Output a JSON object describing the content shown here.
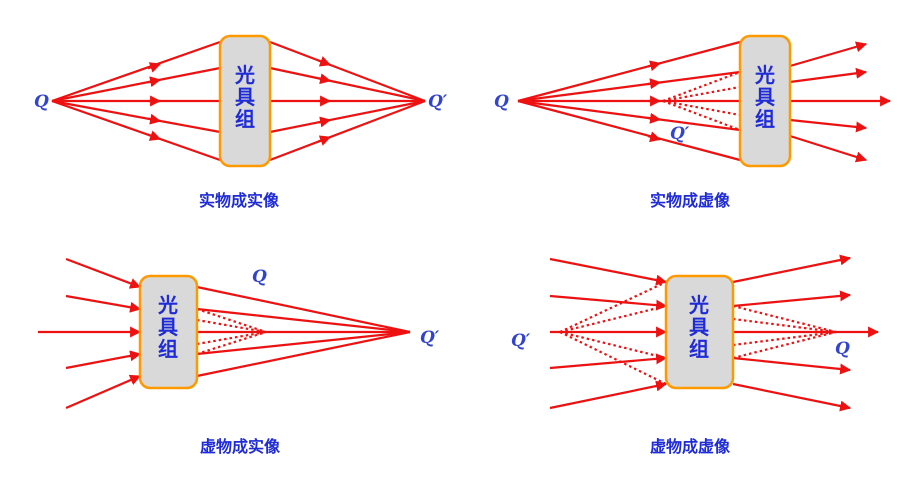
{
  "colors": {
    "ray": "#ee1111",
    "lens_fill": "#d9d9d9",
    "lens_border": "#ff9900",
    "text": "#1f2bd6",
    "point_label": "#3344cc"
  },
  "panels": [
    {
      "id": "real-object-real-image",
      "caption": "实物成实像",
      "lens_lines": [
        "光",
        "具",
        "组"
      ],
      "labels": [
        "Q",
        "Q′"
      ]
    },
    {
      "id": "real-object-virtual-image",
      "caption": "实物成虚像",
      "lens_lines": [
        "光",
        "具",
        "组"
      ],
      "labels": [
        "Q",
        "Q′"
      ]
    },
    {
      "id": "virtual-object-real-image",
      "caption": "虚物成实像",
      "lens_lines": [
        "光",
        "具",
        "组"
      ],
      "labels": [
        "Q",
        "Q′"
      ]
    },
    {
      "id": "virtual-object-virtual-image",
      "caption": "虚物成虚像",
      "lens_lines": [
        "光",
        "具",
        "组"
      ],
      "labels": [
        "Q′",
        "Q"
      ]
    }
  ]
}
